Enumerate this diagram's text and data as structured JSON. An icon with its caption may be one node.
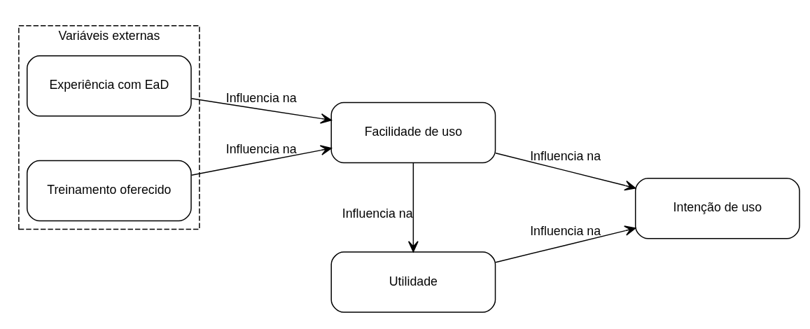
{
  "diagram": {
    "nodes": [
      {
        "text": [
          "Variáveis externas"
        ]
      },
      {
        "text": [
          "Experiência com EaD"
        ],
        "in": 0
      },
      {
        "text": [
          "Treinamento oferecido"
        ],
        "in": 0
      },
      {
        "text": [
          "Facilidade de uso"
        ]
      },
      {
        "text": [
          "Utilidade"
        ]
      },
      {
        "text": [
          "Intenção de uso"
        ]
      }
    ],
    "edges": [
      {
        "from": 1,
        "to": 3,
        "arrow": "to",
        "label": "Influencia na"
      },
      {
        "from": 2,
        "to": 3,
        "arrow": "to",
        "label": "Influencia na"
      },
      {
        "from": 3,
        "to": 4,
        "arrow": "to",
        "label": "Influencia na"
      },
      {
        "from": 3,
        "to": 5,
        "arrow": "to",
        "label": "Influencia na"
      },
      {
        "from": 4,
        "to": 5,
        "arrow": "to",
        "label": "Influencia na"
      }
    ]
  }
}
